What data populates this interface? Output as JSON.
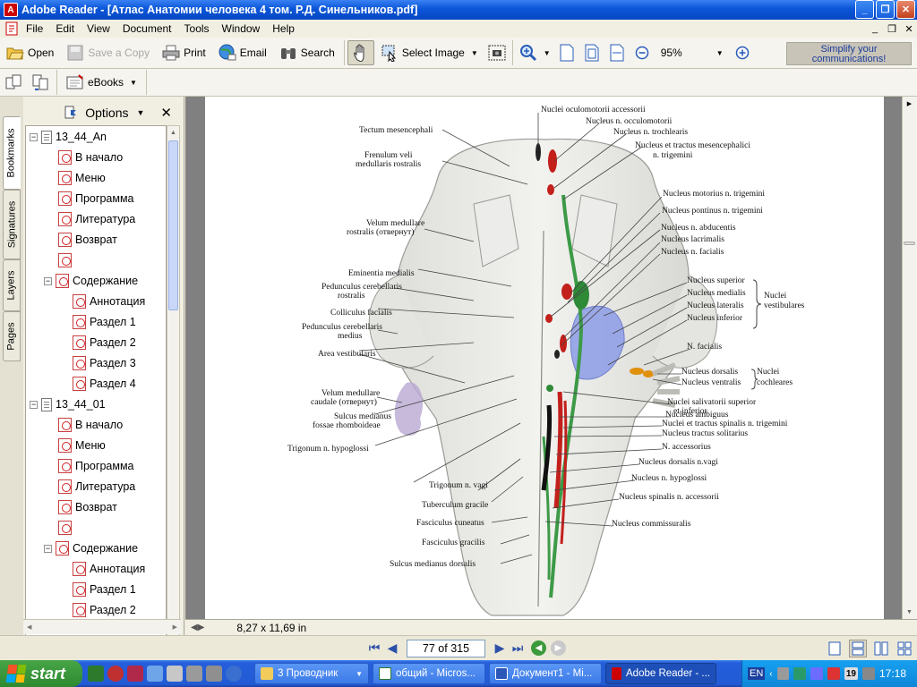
{
  "window": {
    "title": "Adobe Reader - [Атлас Анатомии человека 4 том. Р.Д. Синельников.pdf]"
  },
  "menu": [
    "File",
    "Edit",
    "View",
    "Document",
    "Tools",
    "Window",
    "Help"
  ],
  "toolbar": {
    "open": "Open",
    "save_copy": "Save a Copy",
    "print": "Print",
    "email": "Email",
    "search": "Search",
    "select_image": "Select Image",
    "zoom": "95%",
    "ad_line1": "Simplify your",
    "ad_line2": "communications!"
  },
  "toolbar2": {
    "ebooks": "eBooks"
  },
  "panel": {
    "tabs": [
      "Bookmarks",
      "Signatures",
      "Layers",
      "Pages"
    ],
    "options": "Options",
    "tree": [
      {
        "label": "13_44_An",
        "level": 0,
        "kind": "page",
        "toggle": "−"
      },
      {
        "label": "В начало",
        "level": 1,
        "kind": "bm"
      },
      {
        "label": "Меню",
        "level": 1,
        "kind": "bm"
      },
      {
        "label": "Программа",
        "level": 1,
        "kind": "bm"
      },
      {
        "label": "Литература",
        "level": 1,
        "kind": "bm"
      },
      {
        "label": "Возврат",
        "level": 1,
        "kind": "bm"
      },
      {
        "label": "",
        "level": 1,
        "kind": "bm"
      },
      {
        "label": "Содержание",
        "level": 1,
        "kind": "bm",
        "toggle": "−"
      },
      {
        "label": "Аннотация",
        "level": 2,
        "kind": "bm"
      },
      {
        "label": "Раздел 1",
        "level": 2,
        "kind": "bm"
      },
      {
        "label": "Раздел 2",
        "level": 2,
        "kind": "bm"
      },
      {
        "label": "Раздел 3",
        "level": 2,
        "kind": "bm"
      },
      {
        "label": "Раздел 4",
        "level": 2,
        "kind": "bm"
      },
      {
        "label": "13_44_01",
        "level": 0,
        "kind": "page",
        "toggle": "−"
      },
      {
        "label": "В начало",
        "level": 1,
        "kind": "bm"
      },
      {
        "label": "Меню",
        "level": 1,
        "kind": "bm"
      },
      {
        "label": "Программа",
        "level": 1,
        "kind": "bm"
      },
      {
        "label": "Литература",
        "level": 1,
        "kind": "bm"
      },
      {
        "label": "Возврат",
        "level": 1,
        "kind": "bm"
      },
      {
        "label": "",
        "level": 1,
        "kind": "bm"
      },
      {
        "label": "Содержание",
        "level": 1,
        "kind": "bm",
        "toggle": "−"
      },
      {
        "label": "Аннотация",
        "level": 2,
        "kind": "bm"
      },
      {
        "label": "Раздел 1",
        "level": 2,
        "kind": "bm"
      },
      {
        "label": "Раздел 2",
        "level": 2,
        "kind": "bm"
      }
    ]
  },
  "document": {
    "page_size": "8,27 x 11,69 in",
    "labels_left": [
      "Tectum mesencephali",
      "Frenulum veli",
      "medullaris rostralis",
      "Velum medullare",
      "rostralis (отвернут)",
      "Eminentia medialis",
      "Pedunculus cerebellaris",
      "rostralis",
      "Colliculus facialis",
      "Pedunculus cerebellaris",
      "medius",
      "Area vestibularis",
      "Velum medullare",
      "caudale (отвернут)",
      "Sulcus medianus",
      "fossae rhomboideae",
      "Trigonum n. hypoglossi",
      "Trigonum n. vagi",
      "Tuberculum gracile",
      "Fasciculus cuneatus",
      "Fasciculus gracilis",
      "Sulcus medianus dorsalis"
    ],
    "labels_right": [
      "Nuclei oculomotorii accessorii",
      "Nucleus n. occulomotorii",
      "Nucleus n. trochlearis",
      "Nucleus et tractus mesencephalici",
      "n. trigemini",
      "Nucleus motorius n. trigemini",
      "Nucleus pontinus n. trigemini",
      "Nucleus n. abducentis",
      "Nucleus lacrimalis",
      "Nucleus n. facialis",
      "Nucleus superior",
      "Nucleus medialis",
      "Nucleus lateralis",
      "Nucleus inferior",
      "Nuclei",
      "vestibulares",
      "N. facialis",
      "Nucleus dorsalis",
      "Nucleus ventralis",
      "Nuclei",
      "cochleares",
      "Nuclei salivatorii superior",
      "et inferior",
      "Nucleus ambiguus",
      "Nuclei et tractus spinalis n. trigemini",
      "Nucleus tractus solitarius",
      "N. accessorius",
      "Nucleus dorsalis n.vagi",
      "Nucleus n. hypoglossi",
      "Nucleus spinalis n. accessorii",
      "Nucleus commissuralis"
    ]
  },
  "navigation": {
    "page_indicator": "77 of 315"
  },
  "taskbar": {
    "start": "start",
    "tasks": [
      "3 Проводник",
      "общий - Micros...",
      "Документ1 - Mi...",
      "Adobe Reader - ..."
    ],
    "lang": "EN",
    "day": "19",
    "clock": "17:18"
  },
  "colors": {
    "title_bar": "#0a56d8",
    "nucleus_red": "#c3201c",
    "nucleus_green": "#2f8a38",
    "nucleus_blue": "#7a8ee6",
    "nucleus_orange": "#e0900a"
  }
}
